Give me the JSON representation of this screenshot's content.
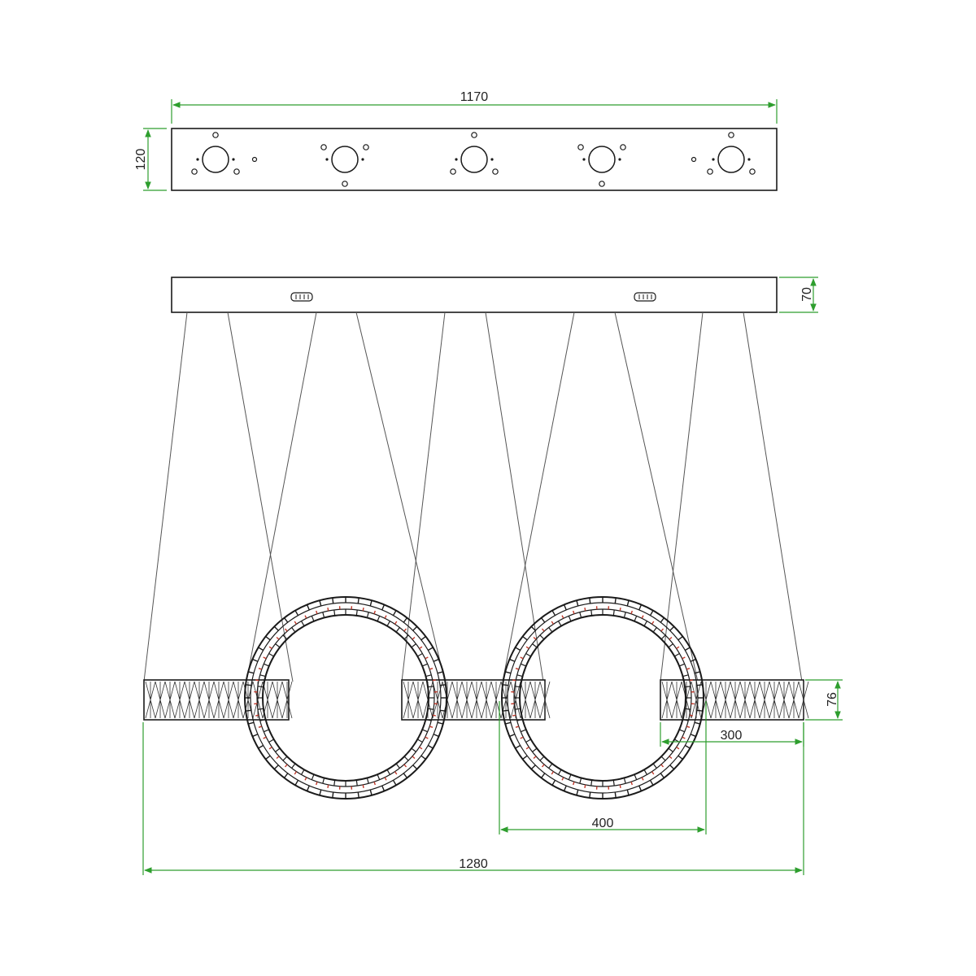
{
  "drawing": {
    "dimensions": {
      "plate_length": "1170",
      "plate_width": "120",
      "canopy_height": "70",
      "bar_height": "76",
      "bar_length": "300",
      "ring_diameter": "400",
      "overall_length": "1280"
    },
    "colors": {
      "outline": "#1a1a1a",
      "dimension_line": "#2e9e2e",
      "cable": "#555555",
      "ring_accent": "#c0392b"
    },
    "plate_mount_points": 5,
    "ring_count": 2,
    "crystal_bar_count": 3
  }
}
